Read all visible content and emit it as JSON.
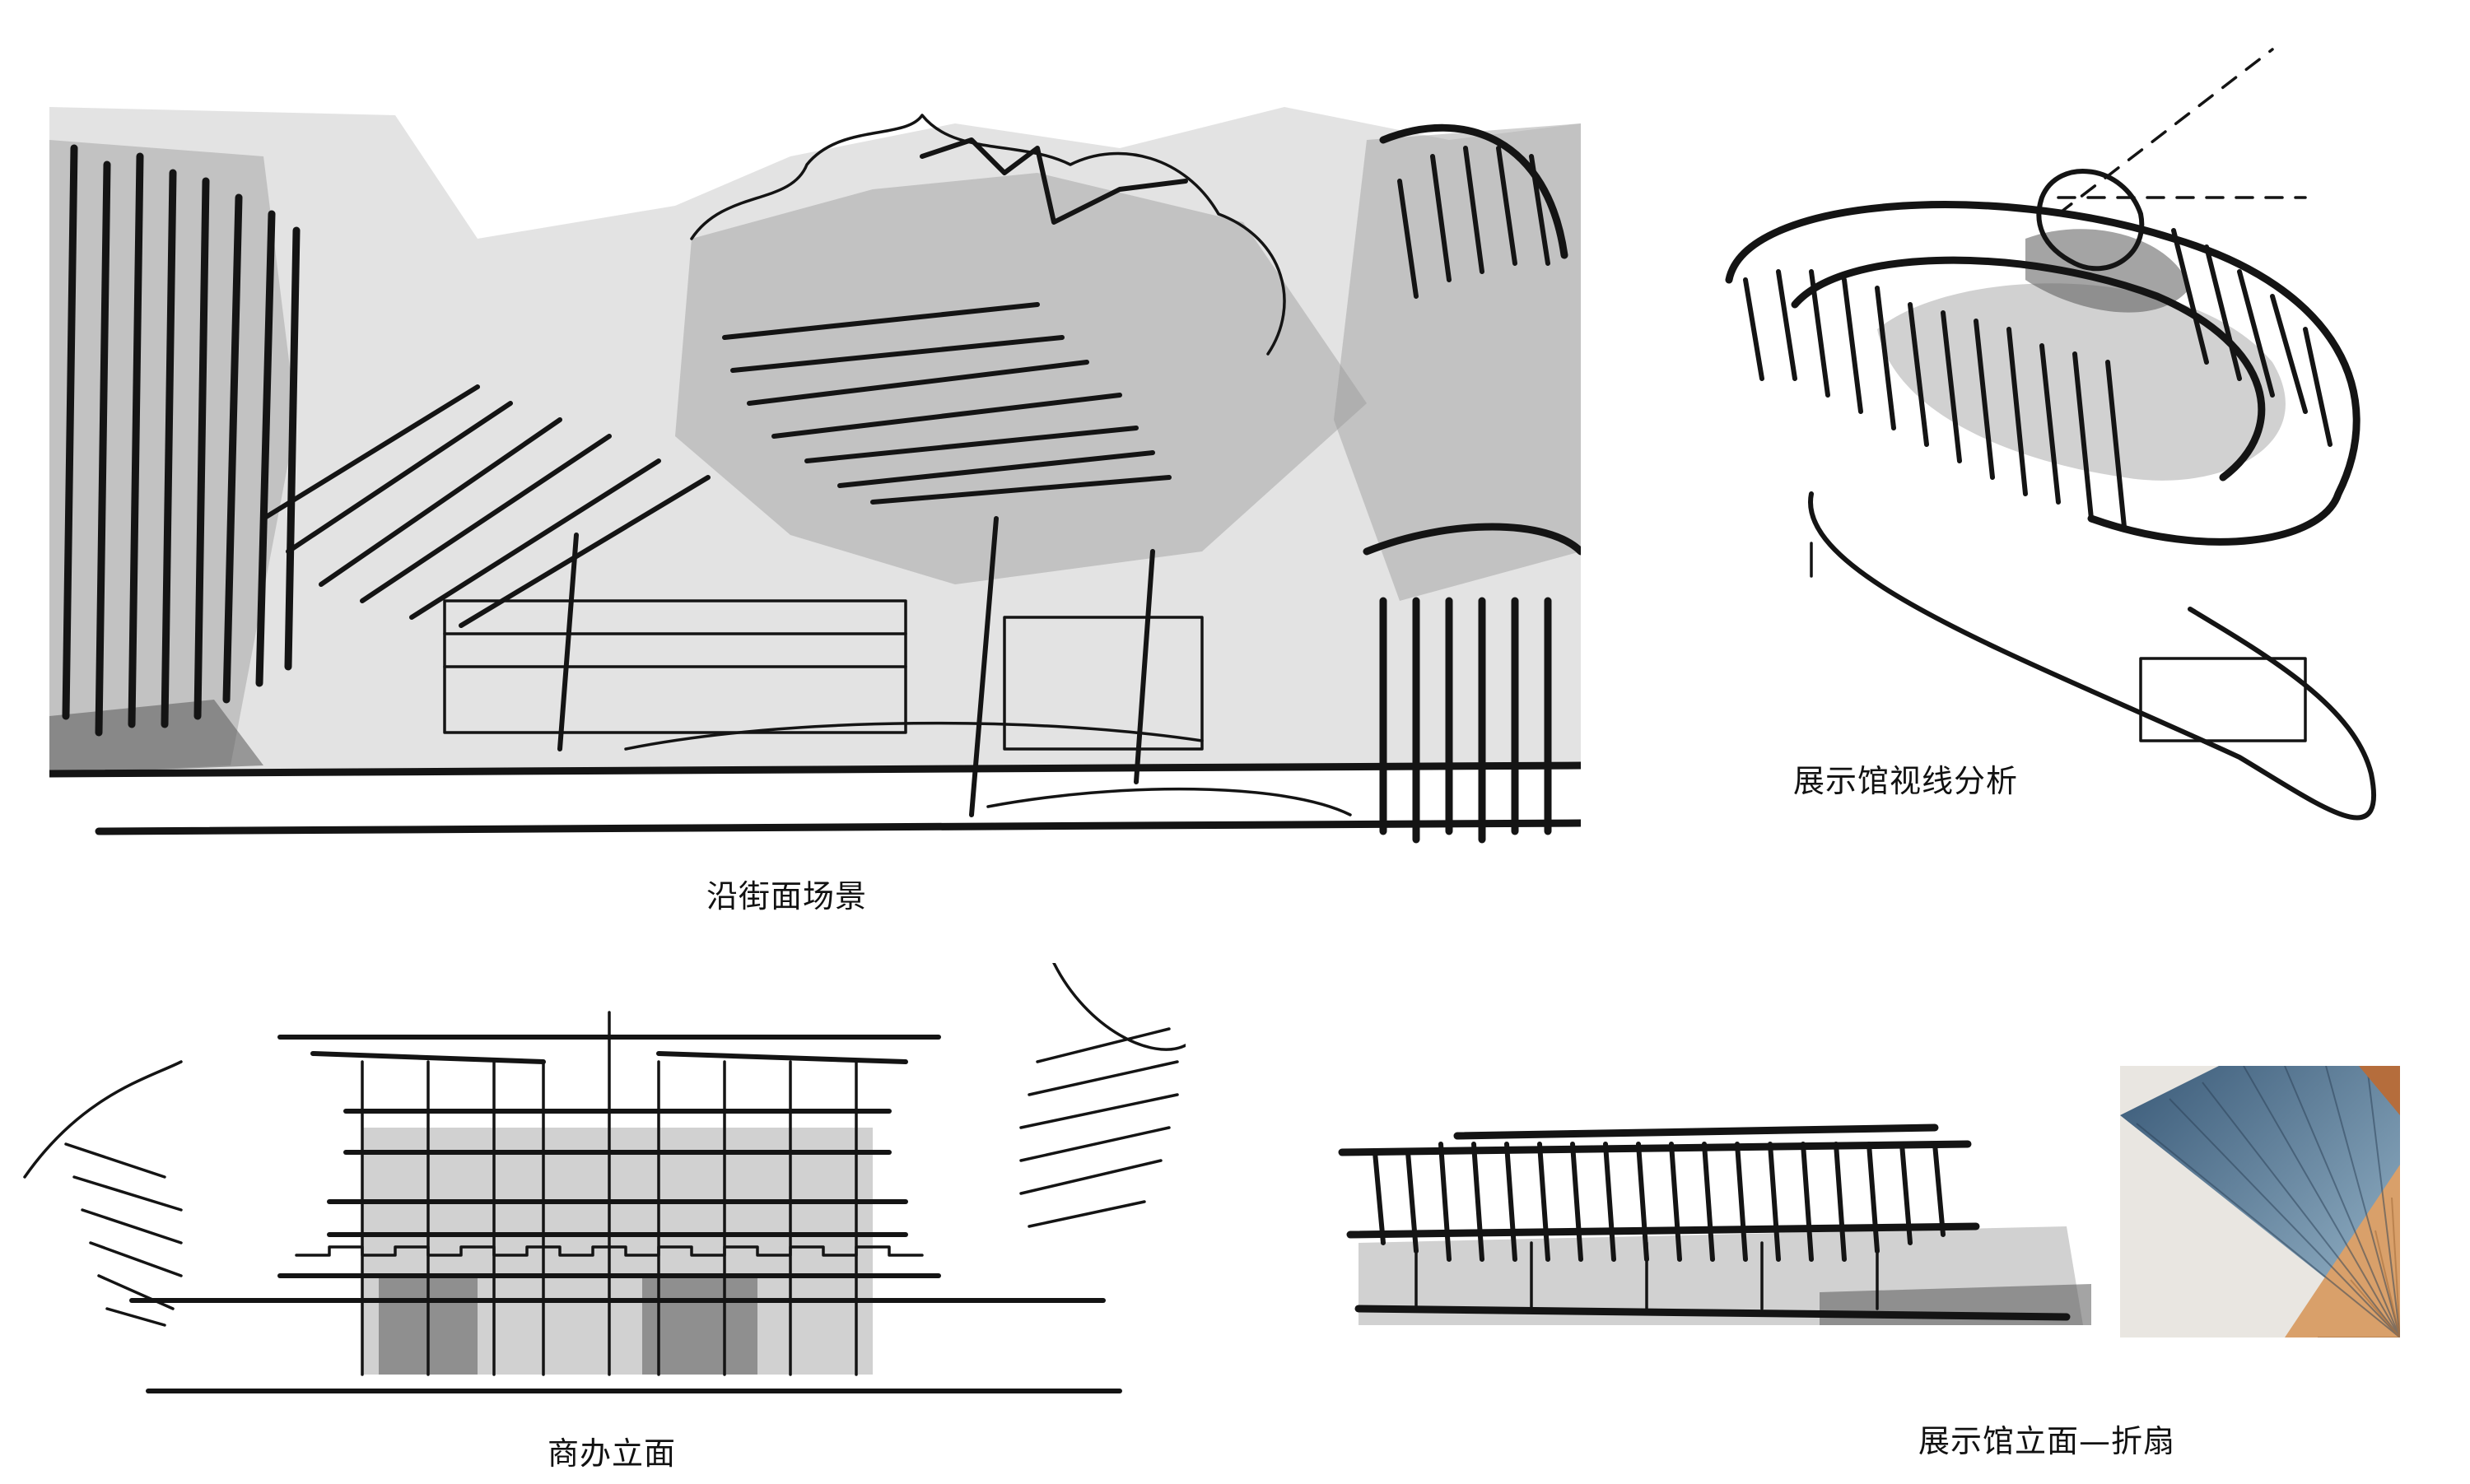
{
  "panels": {
    "street_scene": {
      "caption": "沿街面场景",
      "icon": "street-scene-sketch"
    },
    "pavilion_sightline": {
      "caption": "展示馆视线分析",
      "icon": "pavilion-sightline-sketch"
    },
    "office_elevation": {
      "caption": "商办立面",
      "icon": "office-elevation-sketch"
    },
    "pavilion_elevation": {
      "caption": "展示馆立面—折扇",
      "icon": "pavilion-elevation-sketch"
    },
    "folding_fan_photo": {
      "icon": "folding-fan-photo",
      "colors": {
        "fan_blue_dark": "#3a5a78",
        "fan_blue_light": "#9ab8cc",
        "fan_wood": "#d9a06a",
        "background": "#e9e6e1"
      }
    }
  }
}
